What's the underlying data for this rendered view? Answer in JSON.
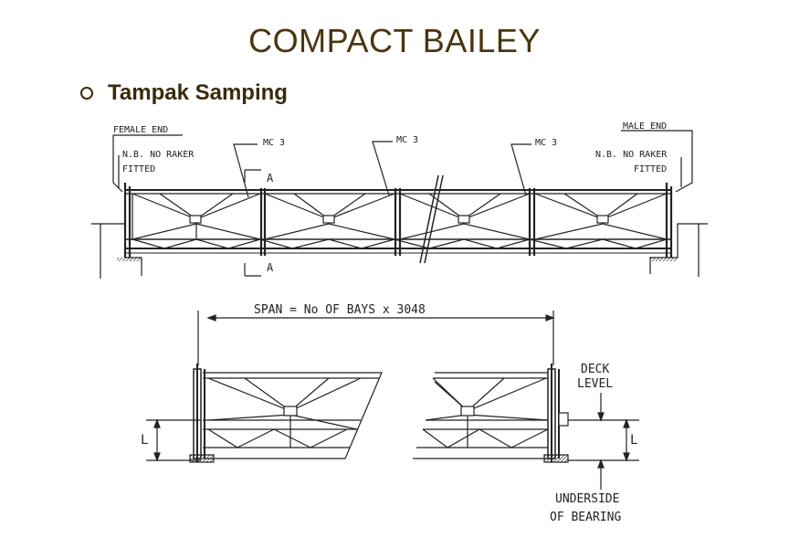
{
  "slide": {
    "title": "COMPACT BAILEY",
    "bullet": "Tampak Samping"
  },
  "side_view": {
    "label_female_end": "FEMALE END",
    "label_male_end": "MALE END",
    "label_nb_left_1": "N.B. NO RAKER",
    "label_nb_left_2": "FITTED",
    "label_nb_right_1": "N.B. NO RAKER",
    "label_nb_right_2": "FITTED",
    "label_mc_1": "MC 3",
    "label_mc_2": "MC 3",
    "label_mc_3": "MC 3",
    "section_top": "A",
    "section_bottom": "A"
  },
  "detail_view": {
    "span_label": "SPAN = No OF BAYS x 3048",
    "deck_level_1": "DECK",
    "deck_level_2": "LEVEL",
    "dim_left": "L",
    "dim_right": "L",
    "underside_1": "UNDERSIDE",
    "underside_2": "OF BEARING"
  }
}
